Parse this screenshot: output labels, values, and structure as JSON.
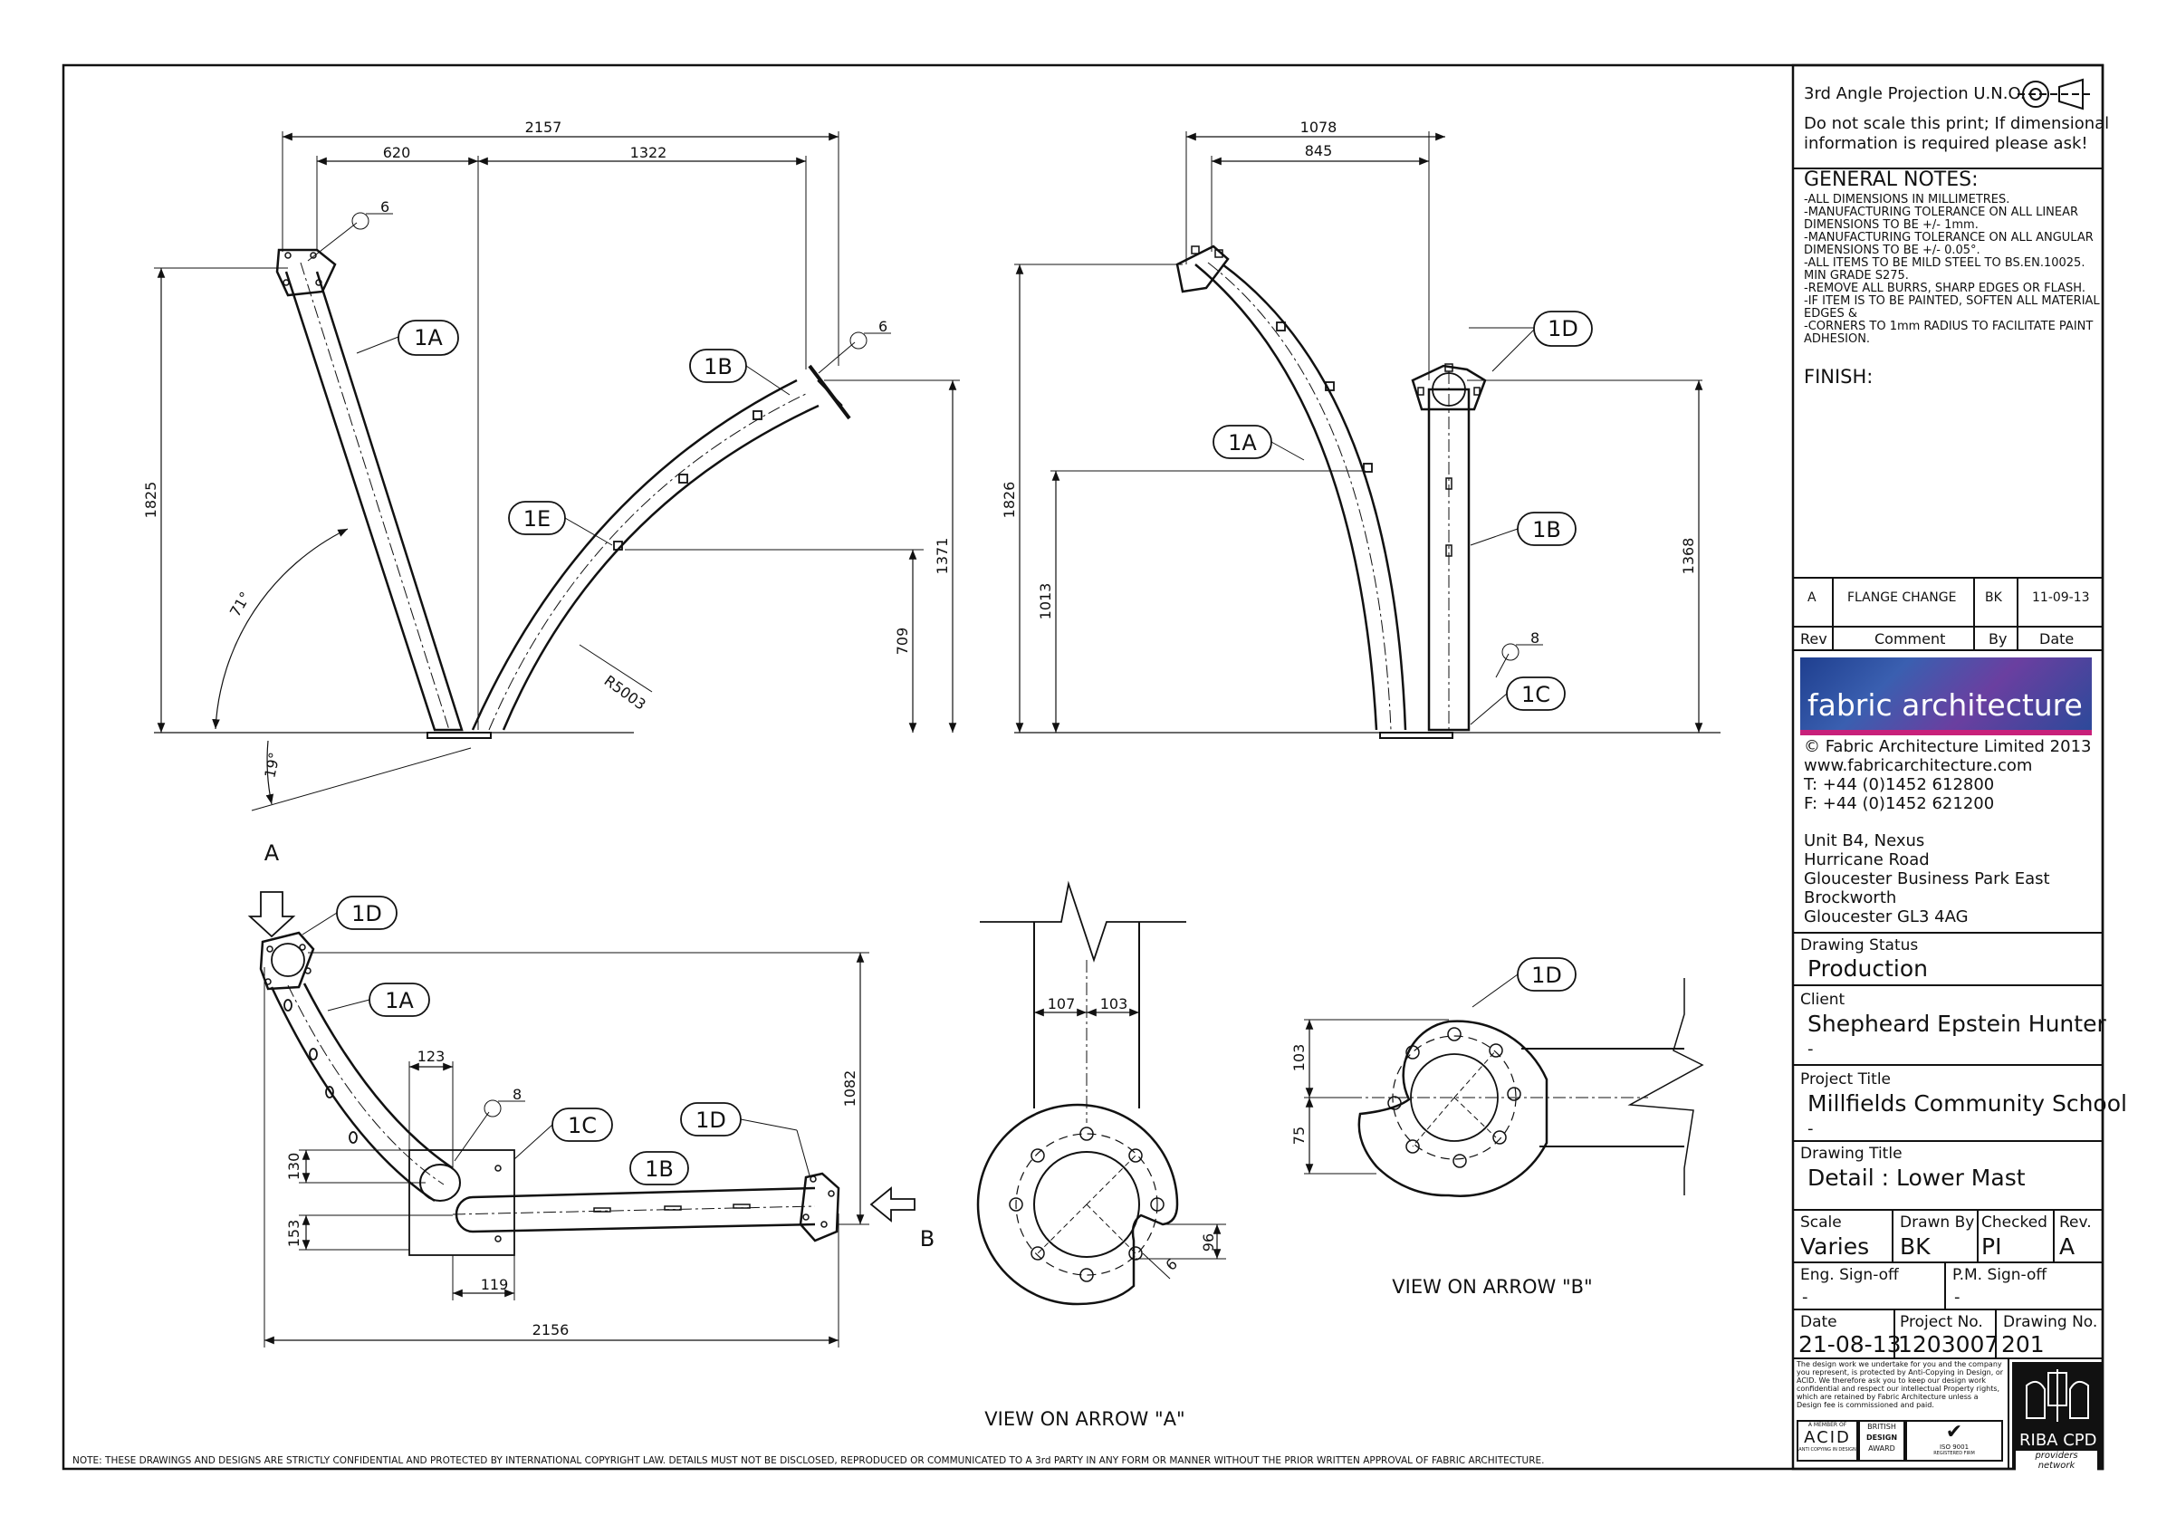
{
  "projection": {
    "label": "3rd Angle Projection U.N.O.",
    "warning_line1": "Do not scale this print; If dimensional",
    "warning_line2": "information is required please ask!"
  },
  "general_notes": {
    "heading": "GENERAL NOTES:",
    "body": "-ALL DIMENSIONS IN MILLIMETRES.\n-MANUFACTURING TOLERANCE ON ALL LINEAR DIMENSIONS TO BE +/- 1mm.\n-MANUFACTURING TOLERANCE ON ALL ANGULAR DIMENSIONS TO BE +/- 0.05°.\n-ALL ITEMS TO BE MILD STEEL TO BS.EN.10025. MIN GRADE S275.\n-REMOVE ALL BURRS, SHARP EDGES OR FLASH.\n-IF ITEM IS TO BE PAINTED, SOFTEN ALL MATERIAL EDGES &\n-CORNERS TO 1mm RADIUS TO FACILITATE PAINT ADHESION."
  },
  "finish": {
    "label": "FINISH:"
  },
  "revision": {
    "rev": "A",
    "comment": "FLANGE CHANGE",
    "by": "BK",
    "date": "11-09-13",
    "headers": {
      "rev": "Rev",
      "comment": "Comment",
      "by": "By",
      "date": "Date"
    }
  },
  "company": {
    "logo_text": "fabric architecture",
    "copyright": "© Fabric Architecture Limited 2013",
    "website": "www.fabricarchitecture.com",
    "phone": "T: +44 (0)1452 612800",
    "fax": "F: +44 (0)1452 621200",
    "address": [
      "Unit B4, Nexus",
      "Hurricane Road",
      "Gloucester Business Park East",
      "Brockworth",
      "Gloucester GL3 4AG"
    ]
  },
  "drawing_status": {
    "label": "Drawing Status",
    "value": "Production"
  },
  "client": {
    "label": "Client",
    "value": "Shepheard Epstein Hunter",
    "sub": "-"
  },
  "project_title": {
    "label": "Project Title",
    "value": "Millfields Community School",
    "sub": "-"
  },
  "drawing_title": {
    "label": "Drawing Title",
    "value": "Detail : Lower Mast"
  },
  "scale": {
    "label": "Scale",
    "value": "Varies"
  },
  "drawn_by": {
    "label": "Drawn By",
    "value": "BK"
  },
  "checked": {
    "label": "Checked",
    "value": "PI"
  },
  "rev_box": {
    "label": "Rev.",
    "value": "A"
  },
  "eng_signoff": {
    "label": "Eng. Sign-off",
    "value": "-"
  },
  "pm_signoff": {
    "label": "P.M. Sign-off",
    "value": "-"
  },
  "date": {
    "label": "Date",
    "value": "21-08-13"
  },
  "project_no": {
    "label": "Project No.",
    "value": "1203007"
  },
  "drawing_no": {
    "label": "Drawing No.",
    "value": "201"
  },
  "copy_notice": "The design work we undertake for you and the company you represent, is protected by Anti-Copying in Design, or ACID. We therefore ask you to keep our design work confidential and respect our intellectual Property rights, which are retained by Fabric Architecture unless a Design fee is commissioned and paid.",
  "badges": {
    "acid_top": "A MEMBER OF",
    "acid": "ACID",
    "acid_bottom": "ANTI COPYING IN DESIGN",
    "bda_1": "BRITISH",
    "bda_2": "DESIGN",
    "bda_3": "AWARD",
    "iso": "ISO 9001",
    "iso_sub": "REGISTERED FIRM",
    "riba": "RIBA CPD",
    "riba_sub": "providers network"
  },
  "disclaimer": "NOTE: THESE DRAWINGS AND DESIGNS ARE STRICTLY CONFIDENTIAL AND PROTECTED BY INTERNATIONAL COPYRIGHT LAW. DETAILS MUST NOT BE DISCLOSED, REPRODUCED OR COMMUNICATED TO A 3rd PARTY IN ANY FORM OR MANNER WITHOUT THE PRIOR WRITTEN APPROVAL OF FABRIC ARCHITECTURE.",
  "view1": {
    "dims": {
      "d2157": "2157",
      "d620": "620",
      "d1322": "1322",
      "d1825": "1825",
      "d1371": "1371",
      "d709": "709",
      "r5003": "R5003",
      "a71": "71°",
      "a19": "19°",
      "w6a": "6",
      "w6b": "6"
    },
    "balloons": {
      "b1a": "1A",
      "b1b": "1B",
      "b1e": "1E"
    }
  },
  "view2": {
    "dims": {
      "d1078": "1078",
      "d845": "845",
      "d1826": "1826",
      "d1013": "1013",
      "d1368": "1368",
      "w8": "8"
    },
    "balloons": {
      "b1d": "1D",
      "b1a": "1A",
      "b1b": "1B",
      "b1c": "1C"
    }
  },
  "view3": {
    "dims": {
      "d2156": "2156",
      "d1082": "1082",
      "d123": "123",
      "d130": "130",
      "d153": "153",
      "d119": "119",
      "w8": "8"
    },
    "balloons": {
      "b1d_top": "1D",
      "b1a": "1A",
      "b1c": "1C",
      "b1d": "1D",
      "b1b": "1B"
    },
    "arrow_a": "A",
    "arrow_b": "B",
    "caption": "VIEW ON ARROW \"A\""
  },
  "view4": {
    "dims": {
      "d107": "107",
      "d103": "103",
      "d96": "96",
      "w6": "6"
    }
  },
  "view5": {
    "dims": {
      "d103": "103",
      "d75": "75"
    },
    "balloons": {
      "b1d": "1D"
    },
    "caption": "VIEW ON ARROW \"B\""
  }
}
